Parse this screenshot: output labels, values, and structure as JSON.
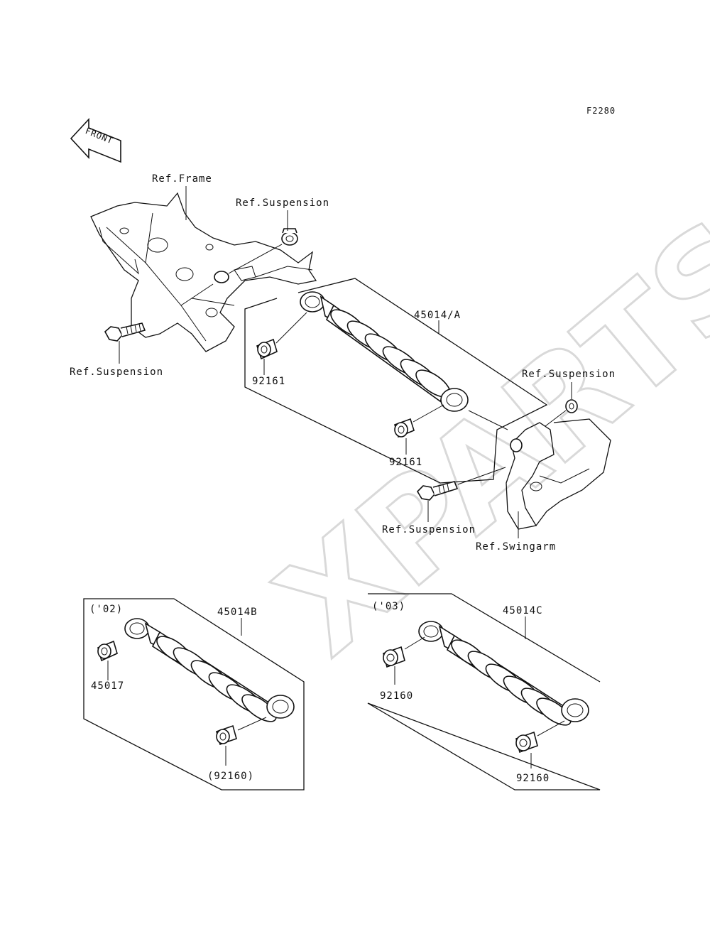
{
  "figure_code": "F2280",
  "front_label": "FRONT",
  "watermark": "XPARTS",
  "refs": {
    "frame": "Ref.Frame",
    "suspension_top": "Ref.Suspension",
    "suspension_left": "Ref.Suspension",
    "suspension_right": "Ref.Suspension",
    "suspension_bolt": "Ref.Suspension",
    "swingarm": "Ref.Swingarm"
  },
  "main_assembly": {
    "part": "45014/A",
    "bushing_upper": "92161",
    "bushing_lower": "92161"
  },
  "variant_02": {
    "year": "('02)",
    "part": "45014B",
    "bushing_upper": "45017",
    "bushing_lower": "(92160)"
  },
  "variant_03": {
    "year": "('03)",
    "part": "45014C",
    "bushing_upper": "92160",
    "bushing_lower": "92160"
  }
}
